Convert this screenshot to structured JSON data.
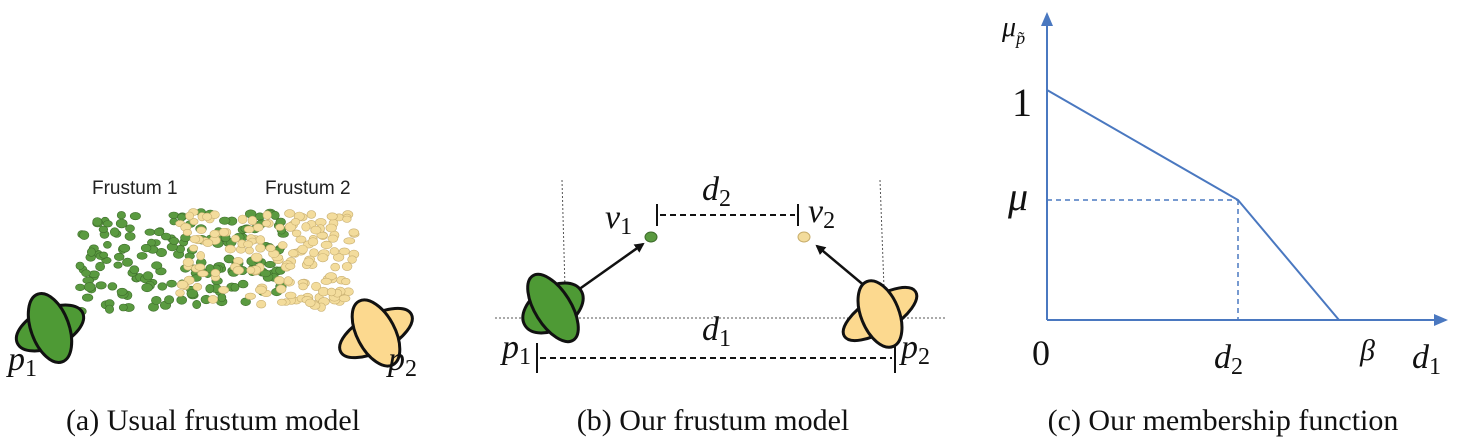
{
  "panel_a": {
    "frustum1_label": "Frustum 1",
    "frustum2_label": "Frustum 2",
    "p1": "p",
    "p1_sub": "1",
    "p2": "p",
    "p2_sub": "2",
    "caption": "(a) Usual frustum model"
  },
  "panel_b": {
    "v1": "v",
    "v1_sub": "1",
    "v2": "v",
    "v2_sub": "2",
    "d2": "d",
    "d2_sub": "2",
    "d1": "d",
    "d1_sub": "1",
    "p1": "p",
    "p1_sub": "1",
    "p2": "p",
    "p2_sub": "2",
    "caption": "(b) Our frustum model"
  },
  "panel_c": {
    "y_axis_label": "μ",
    "y_axis_sub": "p̃",
    "tick_one": "1",
    "tick_mu": "μ",
    "origin": "0",
    "tick_d2": "d",
    "tick_d2_sub": "2",
    "tick_beta": "β",
    "x_axis_label": "d",
    "x_axis_sub": "1",
    "caption": "(c) Our membership function"
  },
  "colors": {
    "camera_green": "#4e9a35",
    "camera_yellow": "#fcd98f",
    "point_green": "#5a9a40",
    "point_yellow": "#f3dc9c",
    "axis_blue": "#4a78c0"
  }
}
